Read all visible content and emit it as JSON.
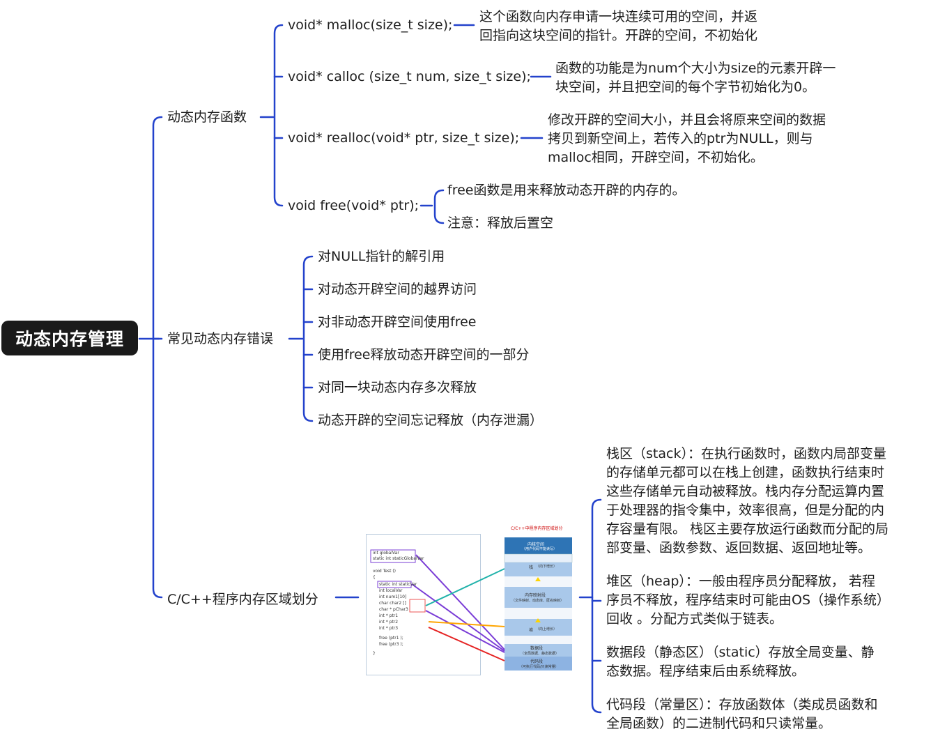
{
  "root": "动态内存管理",
  "branches": {
    "dyn_funcs": {
      "label": "动态内存函数",
      "items": [
        {
          "label": "void* malloc(size_t size);",
          "desc": [
            "这个函数向内存申请一块连续可用的空间，并返",
            "回指向这块空间的指针。开辟的空间，不初始化"
          ]
        },
        {
          "label": "void* calloc (size_t num, size_t size);",
          "desc": [
            "函数的功能是为num个大小为size的元素开辟一",
            "块空间，并且把空间的每个字节初始化为0。"
          ]
        },
        {
          "label": "void* realloc(void* ptr, size_t size);",
          "desc": [
            "修改开辟的空间大小，并且会将原来空间的数据",
            "拷贝到新空间上，若传入的ptr为NULL，则与",
            "malloc相同，开辟空间，不初始化。"
          ]
        },
        {
          "label": "void free(void* ptr);",
          "subs": [
            "free函数是用来释放动态开辟的内存的。",
            "注意：释放后置空"
          ]
        }
      ]
    },
    "errors": {
      "label": "常见动态内存错误",
      "items": [
        "对NULL指针的解引用",
        "对动态开辟空间的越界访问",
        "对非动态开辟空间使用free",
        "使用free释放动态开辟空间的一部分",
        "对同一块动态内存多次释放",
        "动态开辟的空间忘记释放（内存泄漏）"
      ]
    },
    "regions": {
      "label": "C/C++程序内存区域划分",
      "items": [
        [
          "栈区（stack）：在执行函数时，函数内局部变量",
          "的存储单元都可以在栈上创建，函数执行结束时",
          "这些存储单元自动被释放。栈内存分配运算内置",
          "于处理器的指令集中，效率很高，但是分配的内",
          "存容量有限。 栈区主要存放运行函数而分配的局",
          "部变量、函数参数、返回数据、返回地址等。"
        ],
        [
          "堆区（heap）：一般由程序员分配释放， 若程",
          "序员不释放，程序结束时可能由OS（操作系统）",
          "回收 。分配方式类似于链表。"
        ],
        [
          "数据段（静态区）（static）存放全局变量、静",
          "态数据。程序结束后由系统释放。"
        ],
        [
          "代码段（常量区）：存放函数体（类成员函数和",
          "全局函数）的二进制代码和只读常量。"
        ]
      ],
      "figure": {
        "title": "C/C++中程序内存区域划分",
        "code": [
          "int globalVar",
          "static int staticGlobalVar",
          "void Test ()",
          "{",
          "static int staticVar",
          "int localVar",
          "int num1[10]",
          "char char2 []",
          "char * pChar3",
          "int * ptr1",
          "int * ptr2",
          "int * ptr3",
          "free (ptr1 );",
          "free (ptr3 );",
          "}"
        ],
        "segments": [
          "内核空间",
          "（用户代码不能读写）",
          "栈",
          "（向下增长）",
          "内存映射段",
          "（文件映射、动态库、匿名映射）",
          "堆",
          "（向上增长）",
          "数据段",
          "（全局数据、静态数据）",
          "代码段",
          "（可执行代码/只读常量）"
        ]
      }
    }
  },
  "colors": {
    "line": "#2342cc",
    "root_bg": "#1a1a1a"
  }
}
